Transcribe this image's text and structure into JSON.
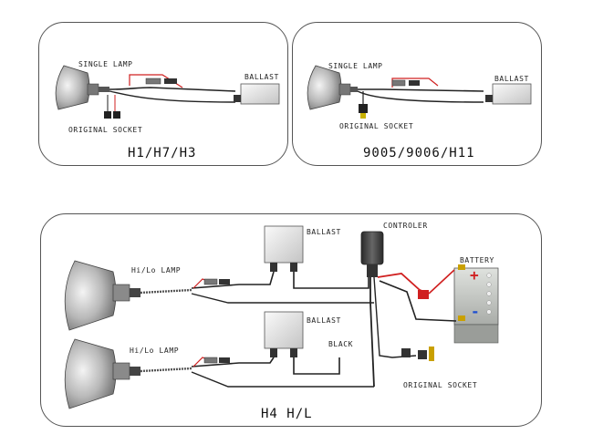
{
  "panels": {
    "h1": {
      "title": "H1/H7/H3",
      "single_lamp": "SINGLE LAMP",
      "ballast": "BALLAST",
      "original_socket": "ORIGINAL SOCKET"
    },
    "h9005": {
      "title": "9005/9006/H11",
      "single_lamp": "SINGLE LAMP",
      "ballast": "BALLAST",
      "original_socket": "ORIGINAL SOCKET"
    },
    "h4": {
      "title": "H4 H/L",
      "ballast_top": "BALLAST",
      "ballast_bottom": "BALLAST",
      "controler": "CONTROLER",
      "battery": "BATTERY",
      "hilo_top": "Hi/Lo LAMP",
      "hilo_bottom": "Hi/Lo LAMP",
      "black": "BLACK",
      "original_socket": "ORIGINAL SOCKET"
    }
  },
  "colors": {
    "panel_border": "#555555",
    "wire": "#222222",
    "wire_red": "#d02020",
    "ballast_body": "#e6e6e6",
    "battery_body": "#c9ccc8",
    "lamp_reflector": "#a9a9a9"
  },
  "icons": {
    "battery_plus": "+",
    "battery_minus": "-"
  }
}
